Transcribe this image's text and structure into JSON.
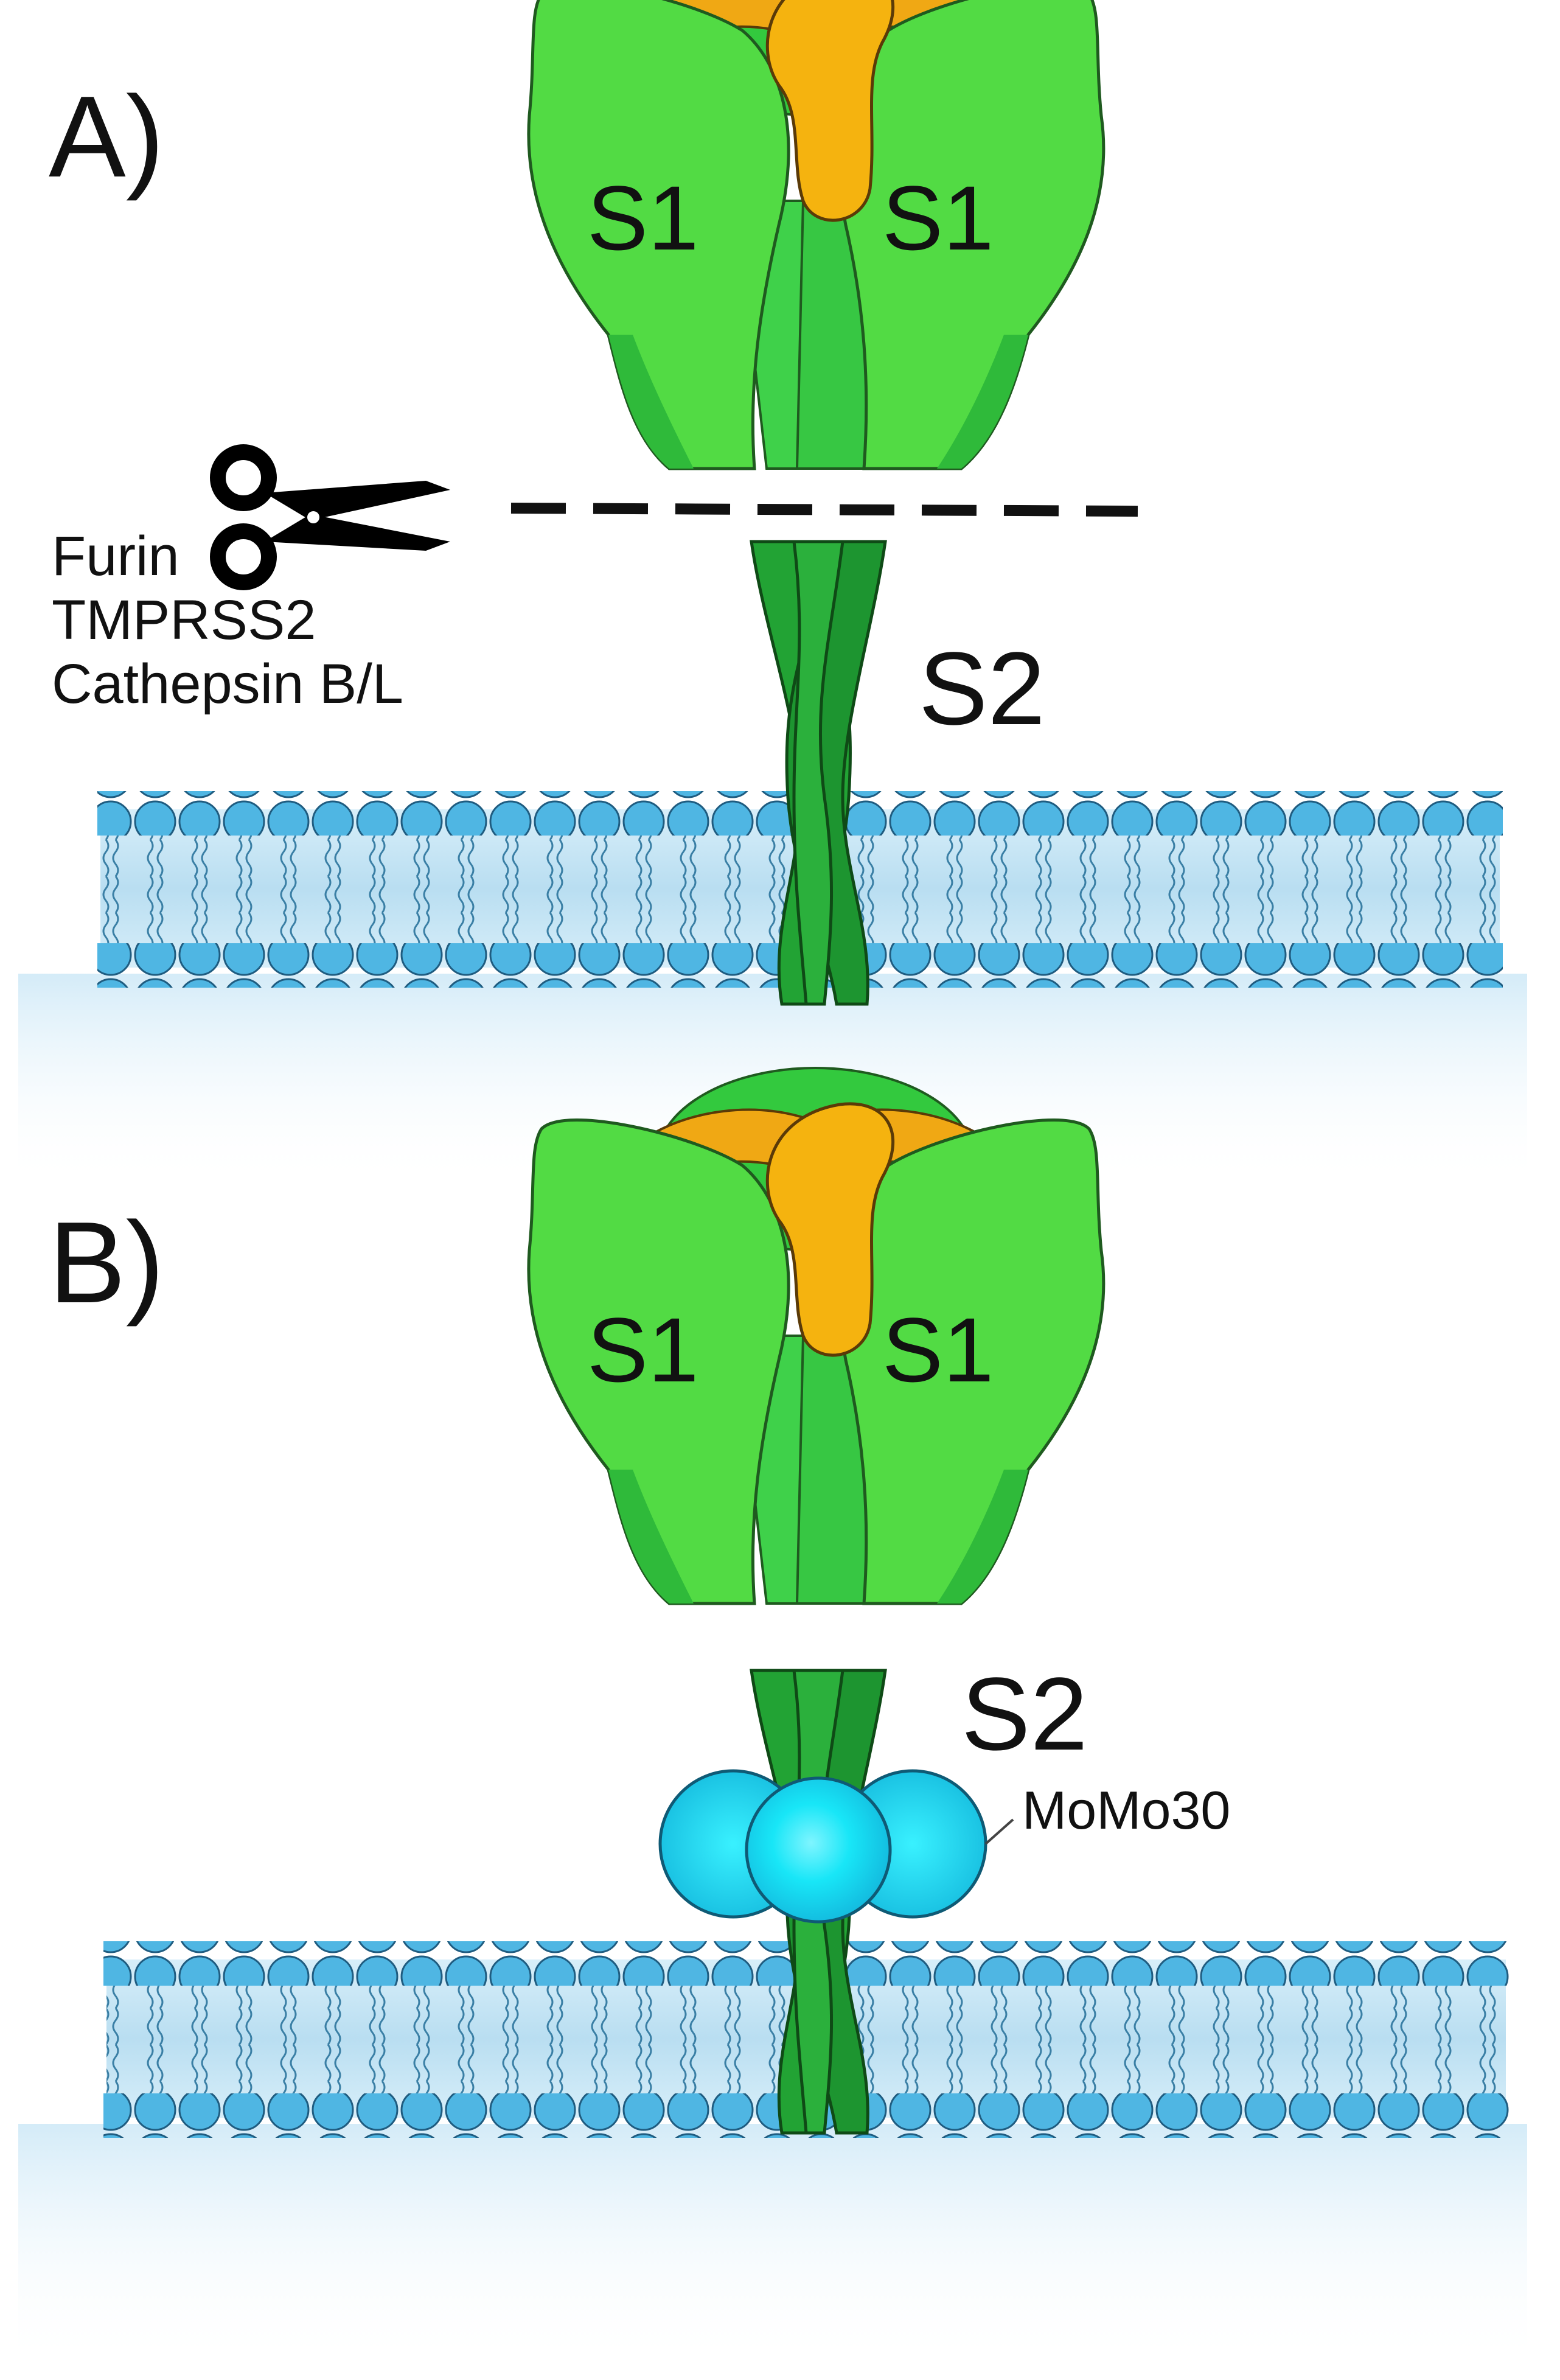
{
  "panels": {
    "a": {
      "label": "A)",
      "s1_left": "S1",
      "s1_right": "S1",
      "s2": "S2",
      "enzymes": [
        "Furin",
        "TMPRSS2",
        "Cathepsin B/L"
      ]
    },
    "b": {
      "label": "B)",
      "s1_left": "S1",
      "s1_right": "S1",
      "s2": "S2",
      "peptide": "MoMo30"
    }
  },
  "icons": {
    "cleavage": "scissors-icon"
  },
  "colors": {
    "s1_green": "#4bd93f",
    "s1_dark_green": "#2ebd3a",
    "receptor_binding_orange": "#f5b30f",
    "s2_green": "#1f9b2e",
    "momo30_cyan": "#18d4f0",
    "membrane_head_blue": "#4fb6e3",
    "membrane_core_blue": "#bfe2f3",
    "outline": "#1a3a1a"
  }
}
